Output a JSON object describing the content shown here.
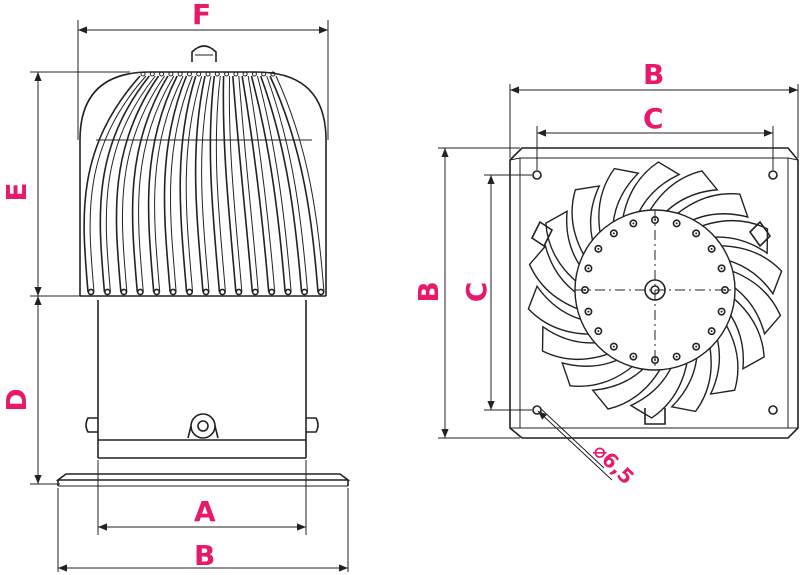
{
  "labels": {
    "side_width_top": "F",
    "side_height_head": "E",
    "side_height_base": "D",
    "side_width_inner": "A",
    "side_width_outer": "B",
    "top_width_outer": "B",
    "top_width_inner": "C",
    "top_height_outer": "B",
    "top_height_inner": "C",
    "hole_diameter": "⌀6,5"
  },
  "colors": {
    "dimension_label": "#e8196b",
    "line": "#222222"
  }
}
